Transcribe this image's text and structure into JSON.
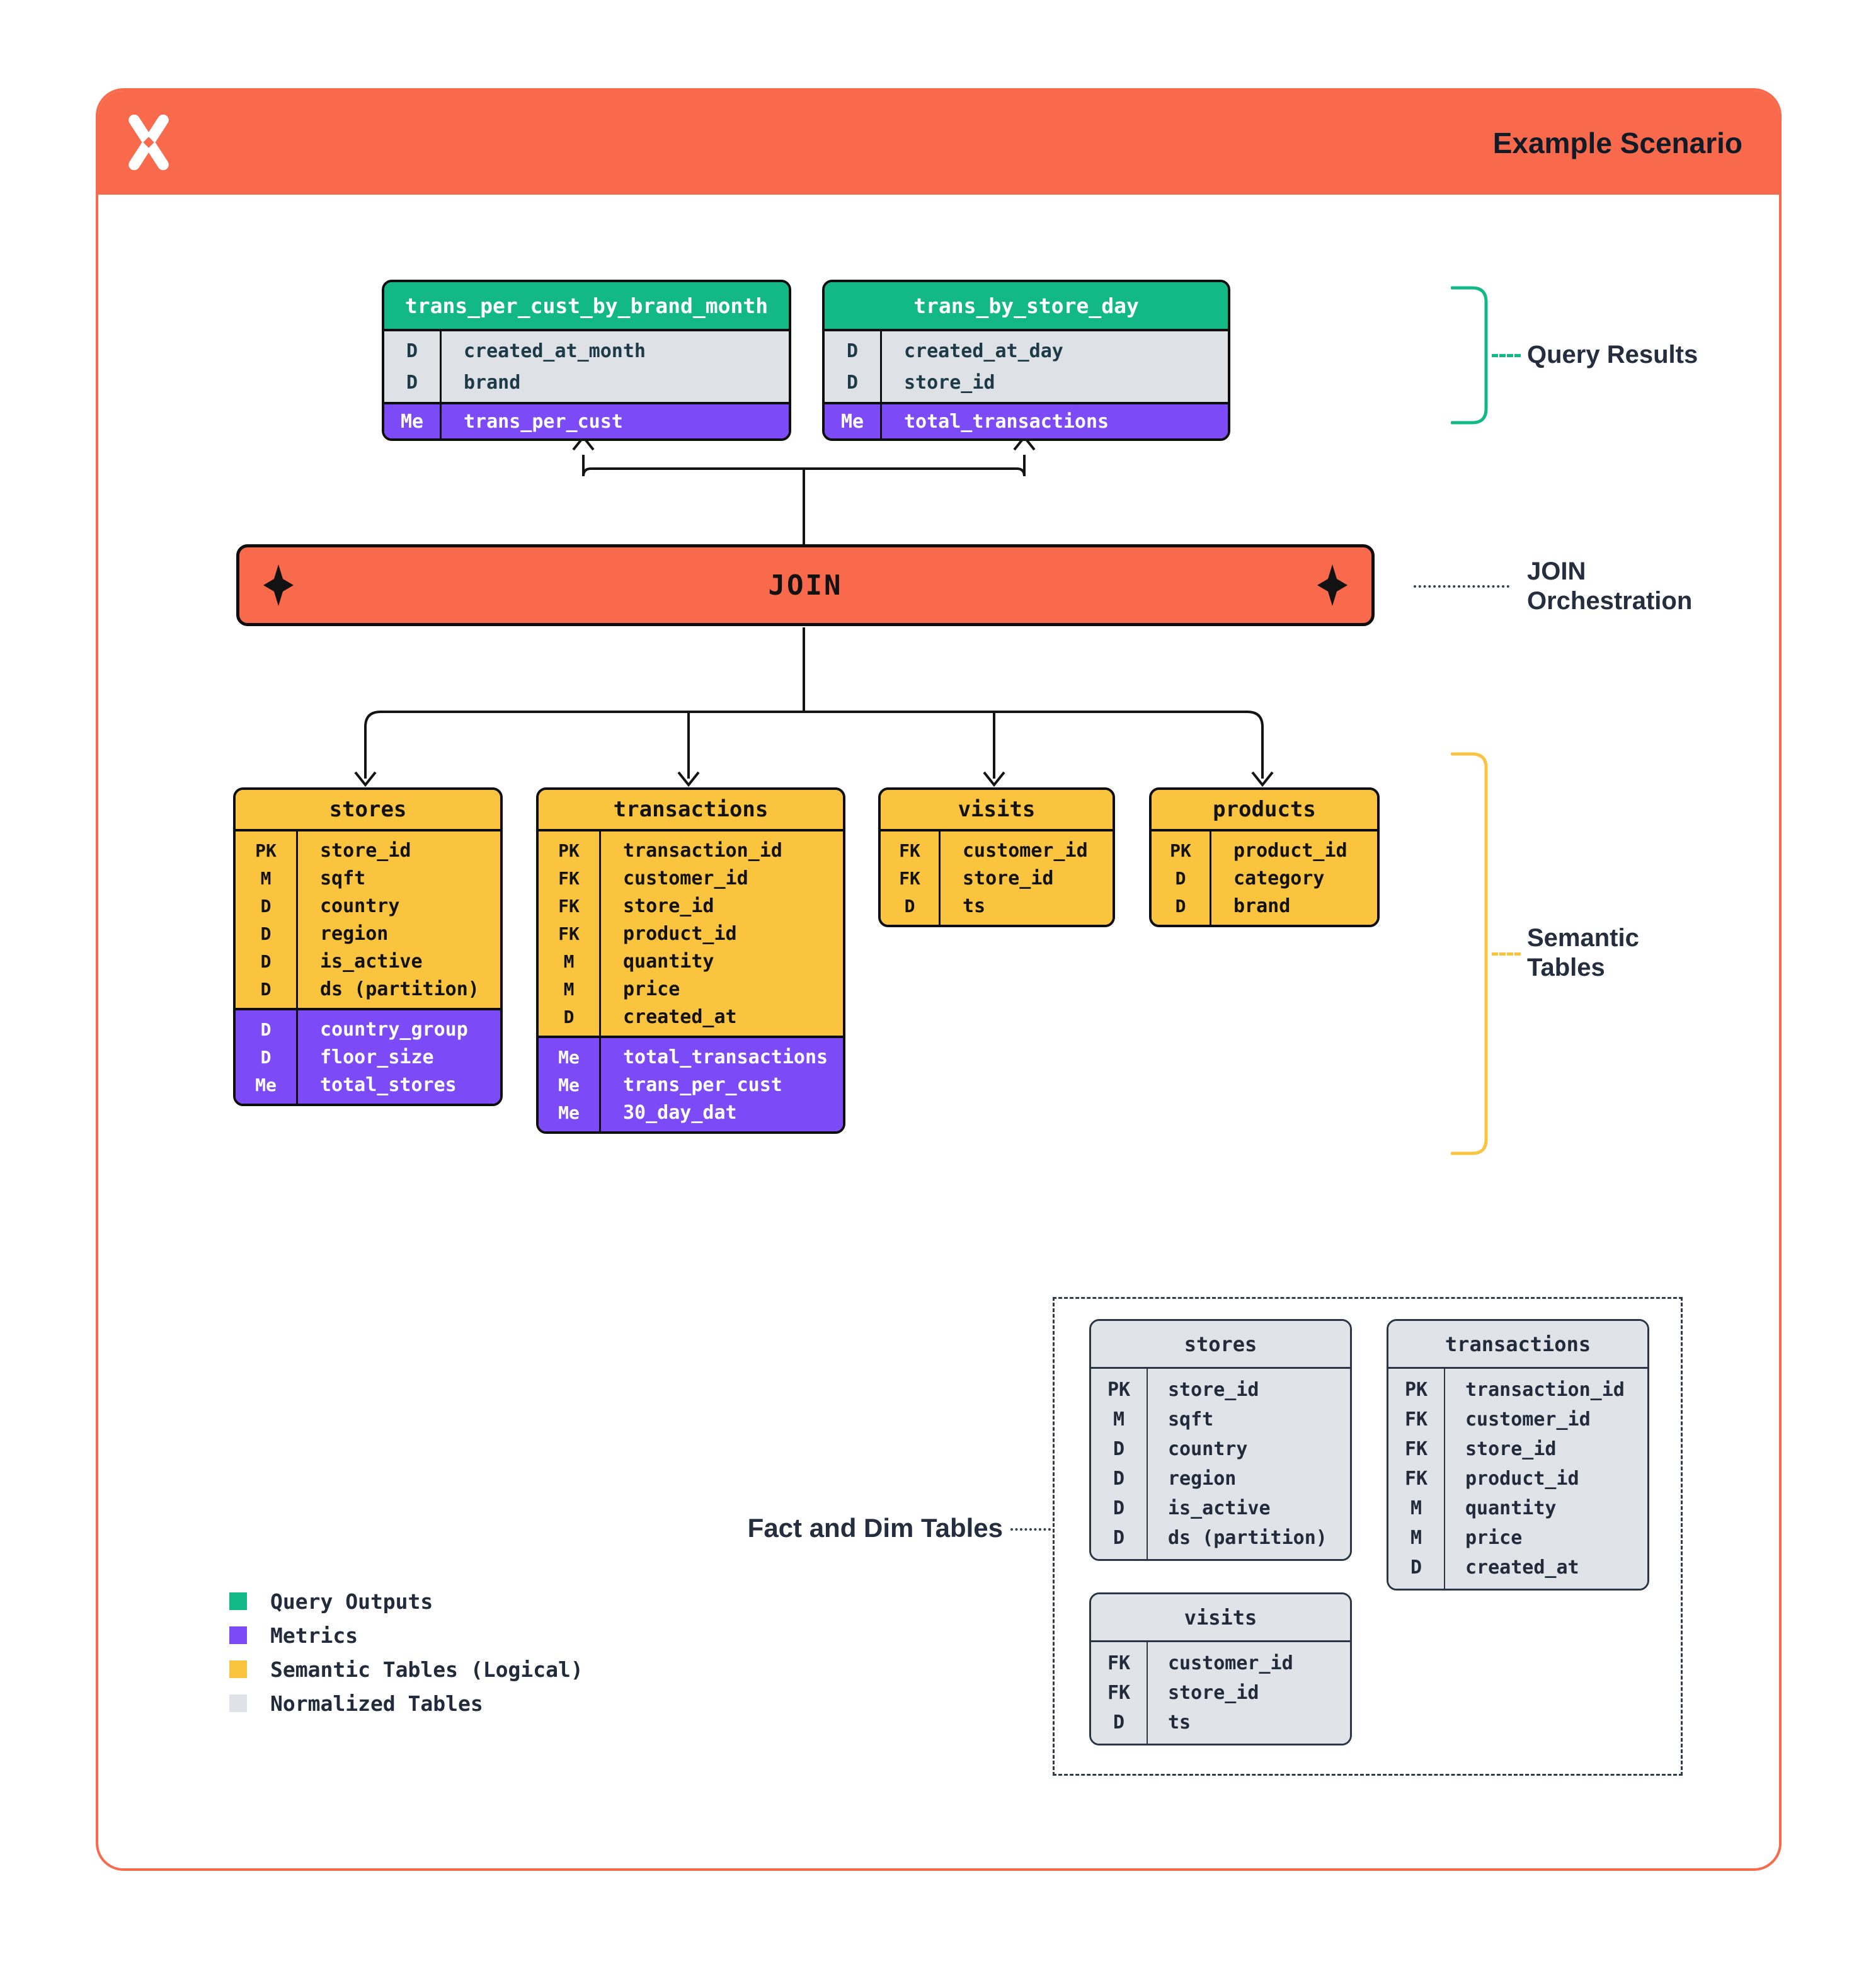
{
  "header": {
    "title": "Example Scenario"
  },
  "join_bar": {
    "label": "JOIN"
  },
  "annotations": {
    "query_results": "Query Results",
    "join_orch_line1": "JOIN",
    "join_orch_line2": "Orchestration",
    "semantic_line1": "Semantic",
    "semantic_line2": "Tables",
    "fact_dim": "Fact and Dim Tables"
  },
  "colors": {
    "orange": "#F96A4D",
    "green": "#12B886",
    "purple": "#7C4AF7",
    "yellow": "#FAC43E",
    "gray": "#DFE3E8"
  },
  "legend": {
    "items": [
      {
        "label": "Query Outputs",
        "color": "#12B886"
      },
      {
        "label": "Metrics",
        "color": "#7C4AF7"
      },
      {
        "label": "Semantic Tables (Logical)",
        "color": "#FAC43E"
      },
      {
        "label": "Normalized Tables",
        "color": "#DFE3E8"
      }
    ]
  },
  "query_tables": [
    {
      "title": "trans_per_cust_by_brand_month",
      "rows": [
        {
          "k": "D",
          "f": "created_at_month"
        },
        {
          "k": "D",
          "f": "brand"
        },
        {
          "k": "Me",
          "f": "trans_per_cust",
          "metric": true
        }
      ]
    },
    {
      "title": "trans_by_store_day",
      "rows": [
        {
          "k": "D",
          "f": "created_at_day"
        },
        {
          "k": "D",
          "f": "store_id"
        },
        {
          "k": "Me",
          "f": "total_transactions",
          "metric": true
        }
      ]
    }
  ],
  "semantic_tables": [
    {
      "title": "stores",
      "rows": [
        {
          "k": "PK",
          "f": "store_id"
        },
        {
          "k": "M",
          "f": "sqft"
        },
        {
          "k": "D",
          "f": "country"
        },
        {
          "k": "D",
          "f": "region"
        },
        {
          "k": "D",
          "f": "is_active"
        },
        {
          "k": "D",
          "f": "ds (partition)"
        },
        {
          "k": "D",
          "f": "country_group",
          "metric": true
        },
        {
          "k": "D",
          "f": "floor_size",
          "metric": true
        },
        {
          "k": "Me",
          "f": "total_stores",
          "metric": true
        }
      ]
    },
    {
      "title": "transactions",
      "rows": [
        {
          "k": "PK",
          "f": "transaction_id"
        },
        {
          "k": "FK",
          "f": "customer_id"
        },
        {
          "k": "FK",
          "f": "store_id"
        },
        {
          "k": "FK",
          "f": "product_id"
        },
        {
          "k": "M",
          "f": "quantity"
        },
        {
          "k": "M",
          "f": "price"
        },
        {
          "k": "D",
          "f": "created_at"
        },
        {
          "k": "Me",
          "f": "total_transactions",
          "metric": true
        },
        {
          "k": "Me",
          "f": "trans_per_cust",
          "metric": true
        },
        {
          "k": "Me",
          "f": "30_day_dat",
          "metric": true
        }
      ]
    },
    {
      "title": "visits",
      "rows": [
        {
          "k": "FK",
          "f": "customer_id"
        },
        {
          "k": "FK",
          "f": "store_id"
        },
        {
          "k": "D",
          "f": "ts"
        }
      ]
    },
    {
      "title": "products",
      "rows": [
        {
          "k": "PK",
          "f": "product_id"
        },
        {
          "k": "D",
          "f": "category"
        },
        {
          "k": "D",
          "f": "brand"
        }
      ]
    }
  ],
  "normalized_tables": [
    {
      "title": "stores",
      "rows": [
        {
          "k": "PK",
          "f": "store_id"
        },
        {
          "k": "M",
          "f": "sqft"
        },
        {
          "k": "D",
          "f": "country"
        },
        {
          "k": "D",
          "f": "region"
        },
        {
          "k": "D",
          "f": "is_active"
        },
        {
          "k": "D",
          "f": "ds (partition)"
        }
      ]
    },
    {
      "title": "transactions",
      "rows": [
        {
          "k": "PK",
          "f": "transaction_id"
        },
        {
          "k": "FK",
          "f": "customer_id"
        },
        {
          "k": "FK",
          "f": "store_id"
        },
        {
          "k": "FK",
          "f": "product_id"
        },
        {
          "k": "M",
          "f": "quantity"
        },
        {
          "k": "M",
          "f": "price"
        },
        {
          "k": "D",
          "f": "created_at"
        }
      ]
    },
    {
      "title": "visits",
      "rows": [
        {
          "k": "FK",
          "f": "customer_id"
        },
        {
          "k": "FK",
          "f": "store_id"
        },
        {
          "k": "D",
          "f": "ts"
        }
      ]
    }
  ]
}
